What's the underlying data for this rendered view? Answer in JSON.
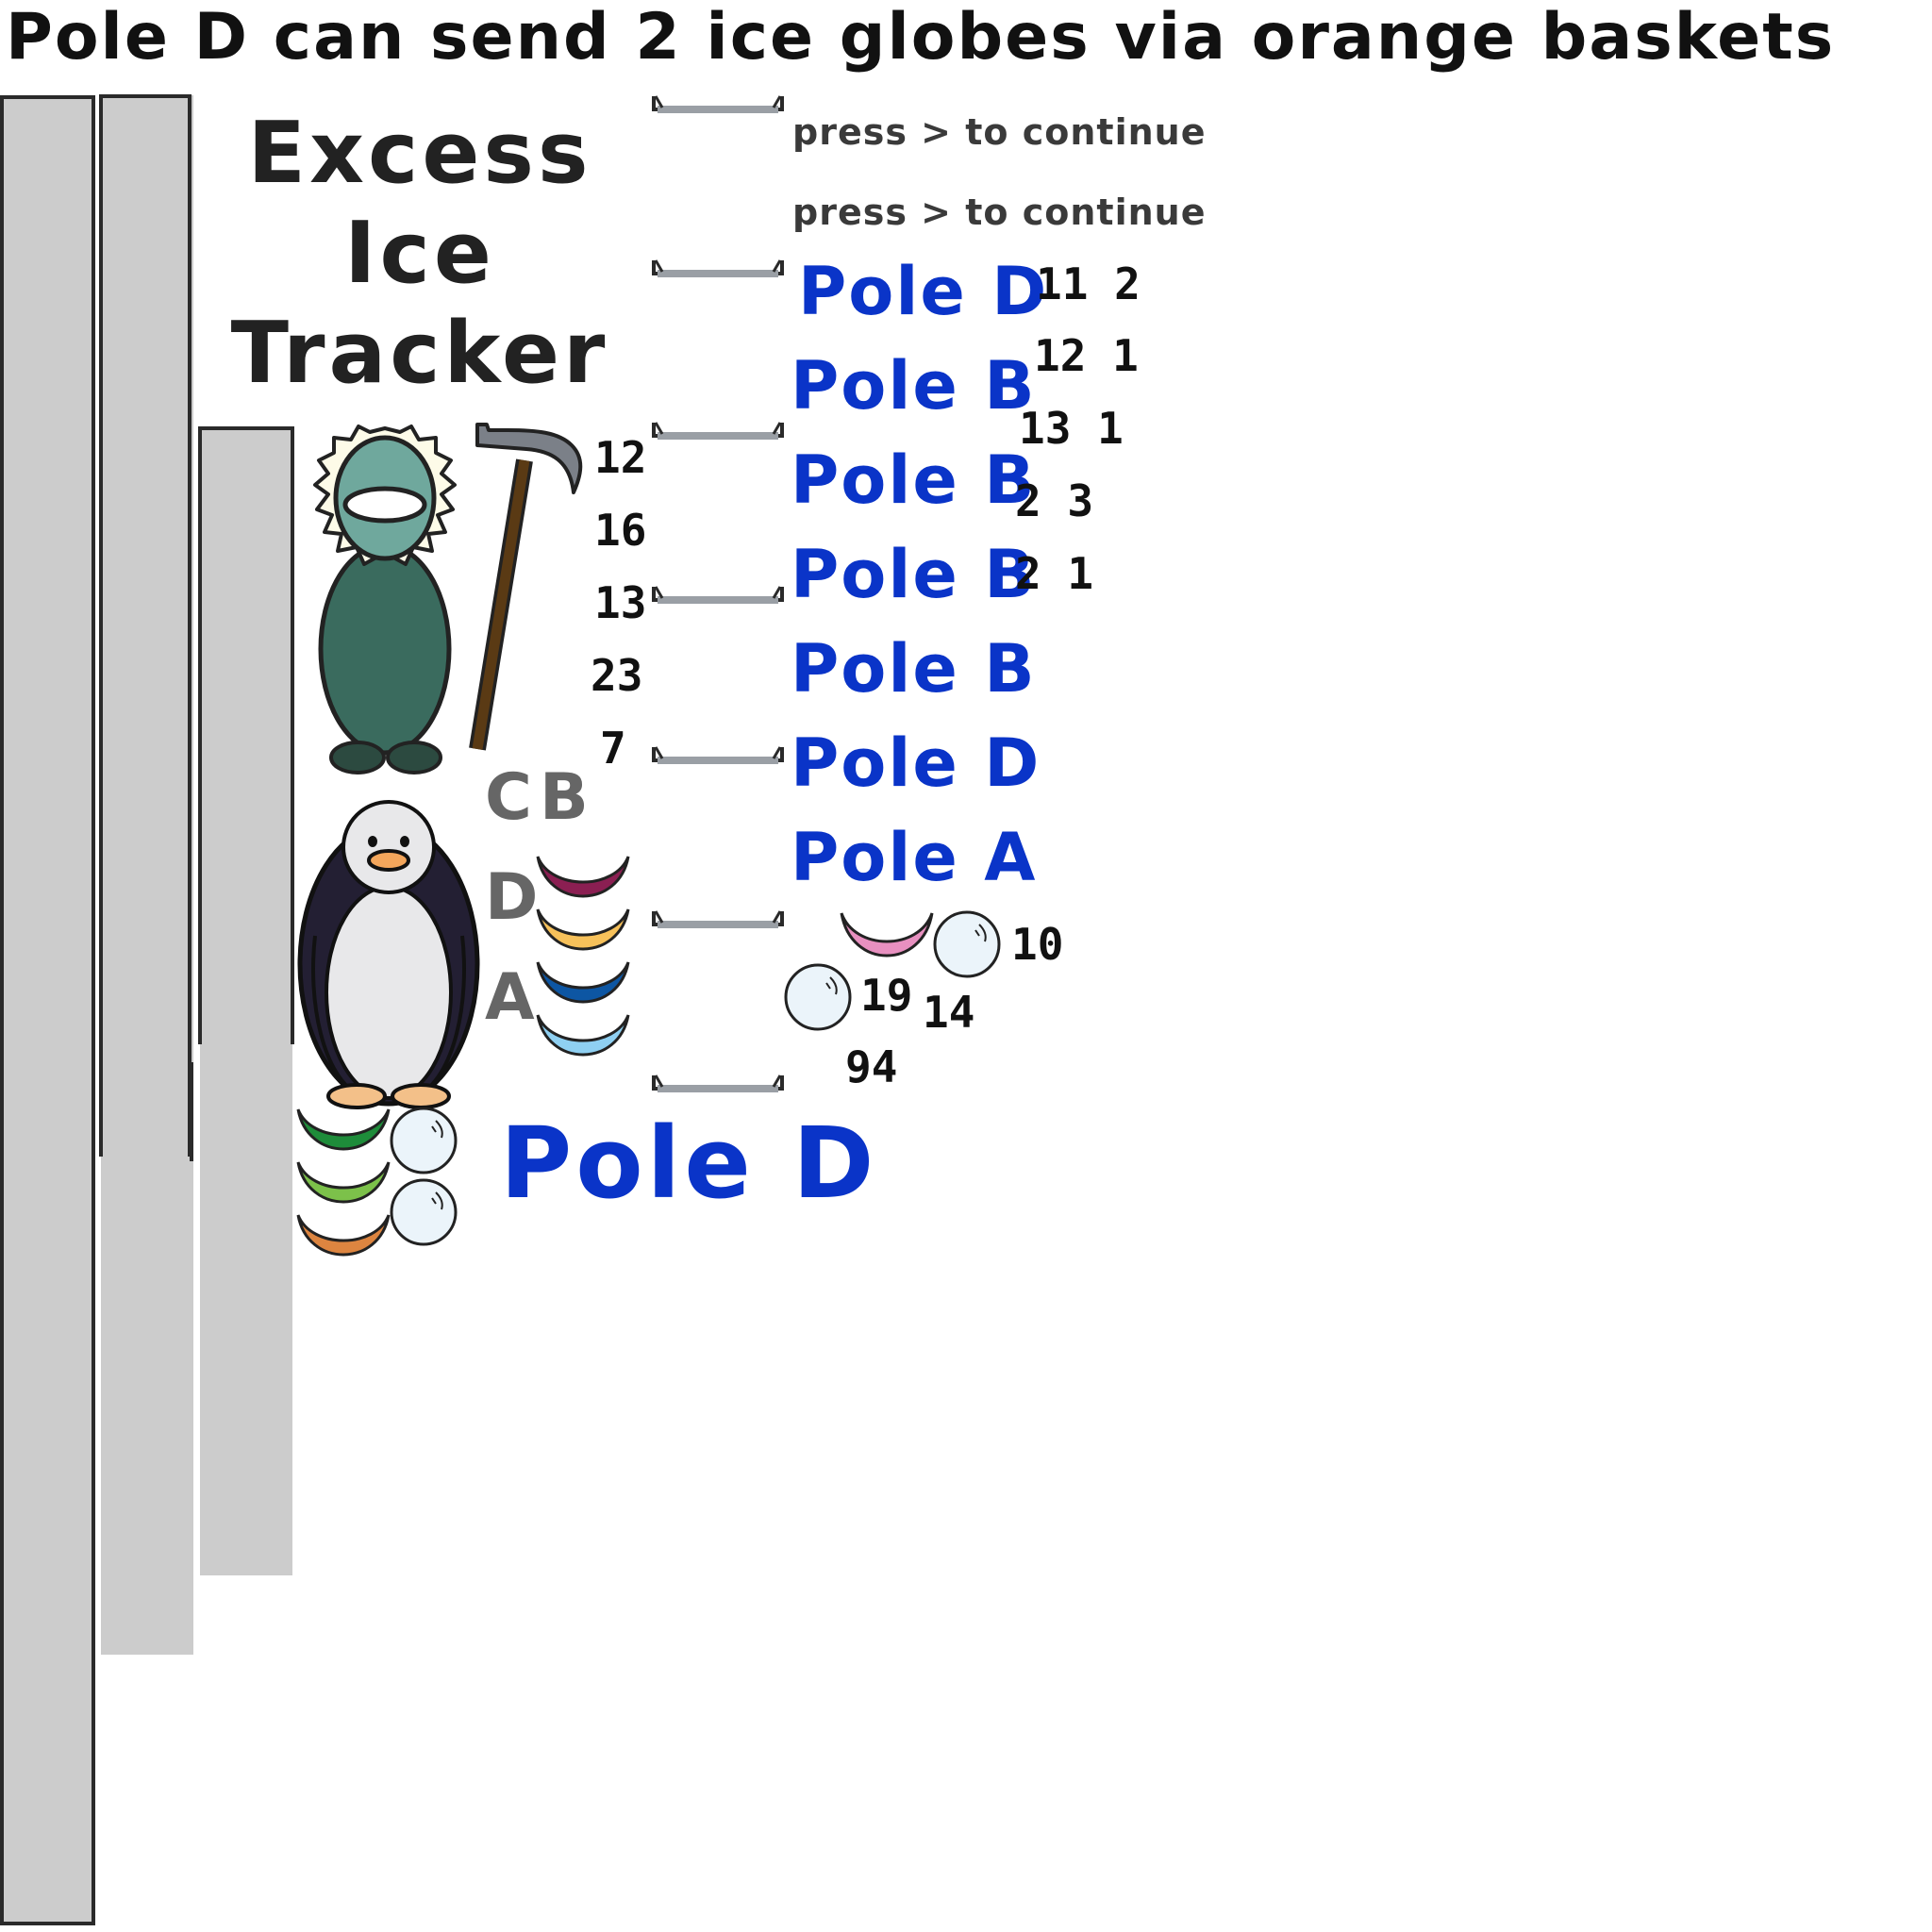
{
  "status_message": "Pole D can send 2 ice globes via orange baskets",
  "title_line1": "Excess Ice",
  "title_line2": "Tracker",
  "hint_1": "press > to continue",
  "hint_2": "press > to continue",
  "left_numbers": [
    "12",
    "16",
    "13",
    "23",
    "7"
  ],
  "pole_list": [
    "Pole D",
    "Pole B",
    "Pole B",
    "Pole B",
    "Pole B",
    "Pole D",
    "Pole A"
  ],
  "right_numbers": [
    "11 2",
    "12 1",
    "13 1",
    "2 3",
    "2 1"
  ],
  "pole_letters": {
    "c": "C",
    "b": "B",
    "d": "D",
    "a": "A"
  },
  "counts": {
    "c1": "10",
    "c2": "19",
    "c3": "14",
    "c4": "94"
  },
  "current_pole": "Pole D",
  "colors": {
    "pole_text": "#0a34c8",
    "basket_maroon": "#8b1f52",
    "basket_yellow": "#f7c15a",
    "basket_blue": "#0d56a3",
    "basket_lightblue": "#8fd0f2",
    "basket_pink": "#e890c0",
    "basket_green": "#1e8c3a",
    "basket_lime": "#7cc14a",
    "basket_orange": "#dd8540"
  },
  "icons": [
    "eskimo-icon",
    "ice-axe-icon",
    "penguin-icon",
    "basket-icon",
    "ice-globe-icon",
    "bracket-icon"
  ]
}
